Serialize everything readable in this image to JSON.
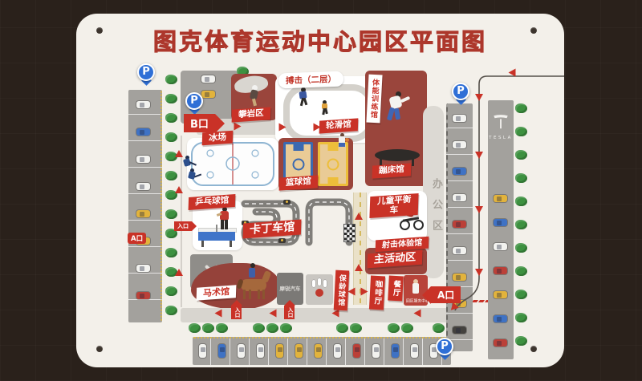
{
  "title": "图克体育运动中心园区平面图",
  "venues": {
    "climbing": "攀岩区",
    "boxing": "搏击（二层）",
    "roller_skating": "轮滑馆",
    "fitness_training": "体能训练馆",
    "trampoline": "蹦床馆",
    "ice_rink": "冰场",
    "basketball": "篮球馆",
    "table_tennis": "乒乓球馆",
    "karting": "卡丁车馆",
    "equestrian": "马术馆",
    "car_showroom": "摩锐汽车",
    "bowling": "保龄球馆",
    "kids_balance_bike": "儿童平衡车",
    "shooting_range": "射击体验馆",
    "main_activity_zone": "主活动区",
    "cafe": "咖啡厅",
    "restaurant": "餐厅",
    "service_center": "园区服务中心",
    "office_area": "办公区"
  },
  "gates": {
    "gate_b": "B口",
    "gate_a": "A口",
    "gate_a_left": "A口",
    "entrance_left": "入口",
    "entrance_mid_1": "入口",
    "entrance_mid_2": "入口"
  },
  "icons": {
    "parking": "P",
    "tesla_wordmark": "TESLA"
  },
  "parking_cars": {
    "left_strip": [
      "white",
      "blue",
      "white",
      "white",
      "yellow",
      "yellow",
      "white",
      "red"
    ],
    "top_lot": [
      "white",
      "yellow"
    ],
    "right_strip": [
      "white",
      "white",
      "blue",
      "white",
      "red",
      "white",
      "yellow",
      "yellow",
      "dark"
    ],
    "tesla_strip": [
      "yellow",
      "blue",
      "white",
      "red",
      "yellow",
      "blue",
      "red"
    ],
    "bottom_strip": [
      "white",
      "blue",
      "white",
      "white",
      "yellow",
      "yellow",
      "yellow",
      "white",
      "red",
      "white",
      "blue",
      "white",
      "white"
    ]
  },
  "colors": {
    "accent_red": "#c93227",
    "dark_red_panel": "#9a453c",
    "card_bg": "#f3f0ea",
    "page_bg": "#2a211b",
    "road_gray": "#d8d5cf",
    "bush_green": "#3d9140",
    "parking_blue": "#2f6fd6"
  }
}
